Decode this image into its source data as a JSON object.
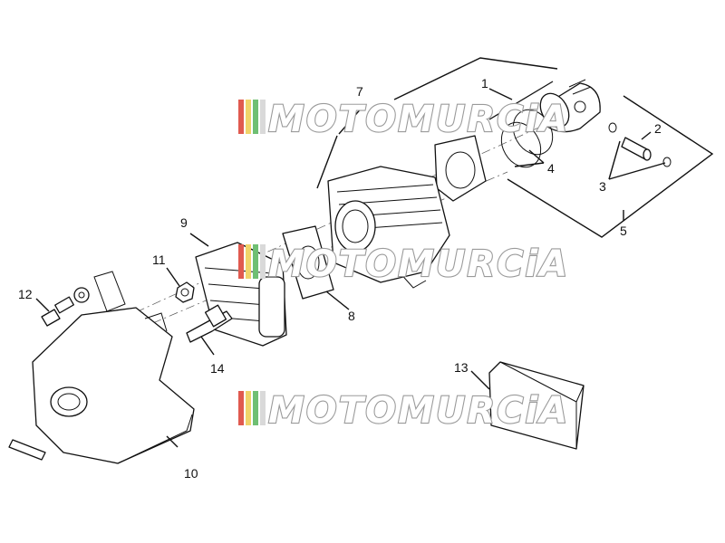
{
  "diagram": {
    "callouts": [
      "1",
      "2",
      "3",
      "4",
      "5",
      "7",
      "8",
      "9",
      "10",
      "11",
      "12",
      "13",
      "14"
    ]
  },
  "watermark": {
    "text": "MOTOMURCiA",
    "stripe_colors": [
      "#e05a4f",
      "#f0d46a",
      "#6fbf73",
      "#d9d9d9"
    ]
  }
}
